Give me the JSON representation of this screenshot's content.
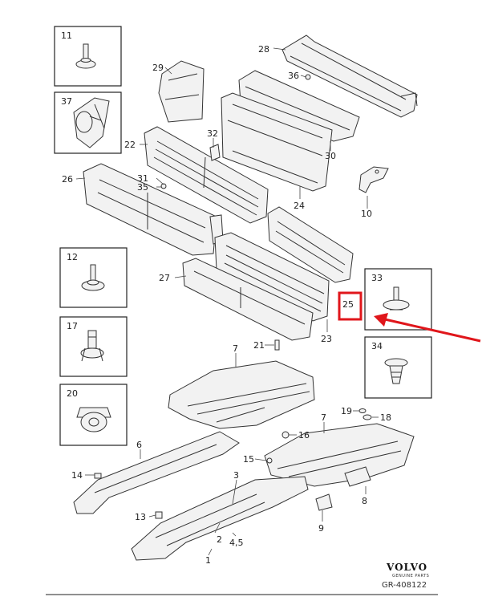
{
  "callouts": {
    "n1": "1",
    "n2": "2",
    "n3": "3",
    "n45": "4,5",
    "n6": "6",
    "n7a": "7",
    "n7b": "7",
    "n8": "8",
    "n9": "9",
    "n10": "10",
    "n13": "13",
    "n14": "14",
    "n15": "15",
    "n16": "16",
    "n18": "18",
    "n19": "19",
    "n21": "21",
    "n22": "22",
    "n23": "23",
    "n24": "24",
    "n26": "26",
    "n27": "27",
    "n28": "28",
    "n29": "29",
    "n30": "30",
    "n31": "31",
    "n32": "32",
    "n35": "35",
    "n36": "36"
  },
  "insets": {
    "i11": "11",
    "i37": "37",
    "i12": "12",
    "i17": "17",
    "i20": "20",
    "i33": "33",
    "i34": "34"
  },
  "highlight": {
    "label": "25",
    "color": "#e0161b"
  },
  "arrow_color": "#e0161b",
  "brand": {
    "logo": "VOLVO",
    "tagline": "GENUINE PARTS"
  },
  "reference": "GR-408122"
}
